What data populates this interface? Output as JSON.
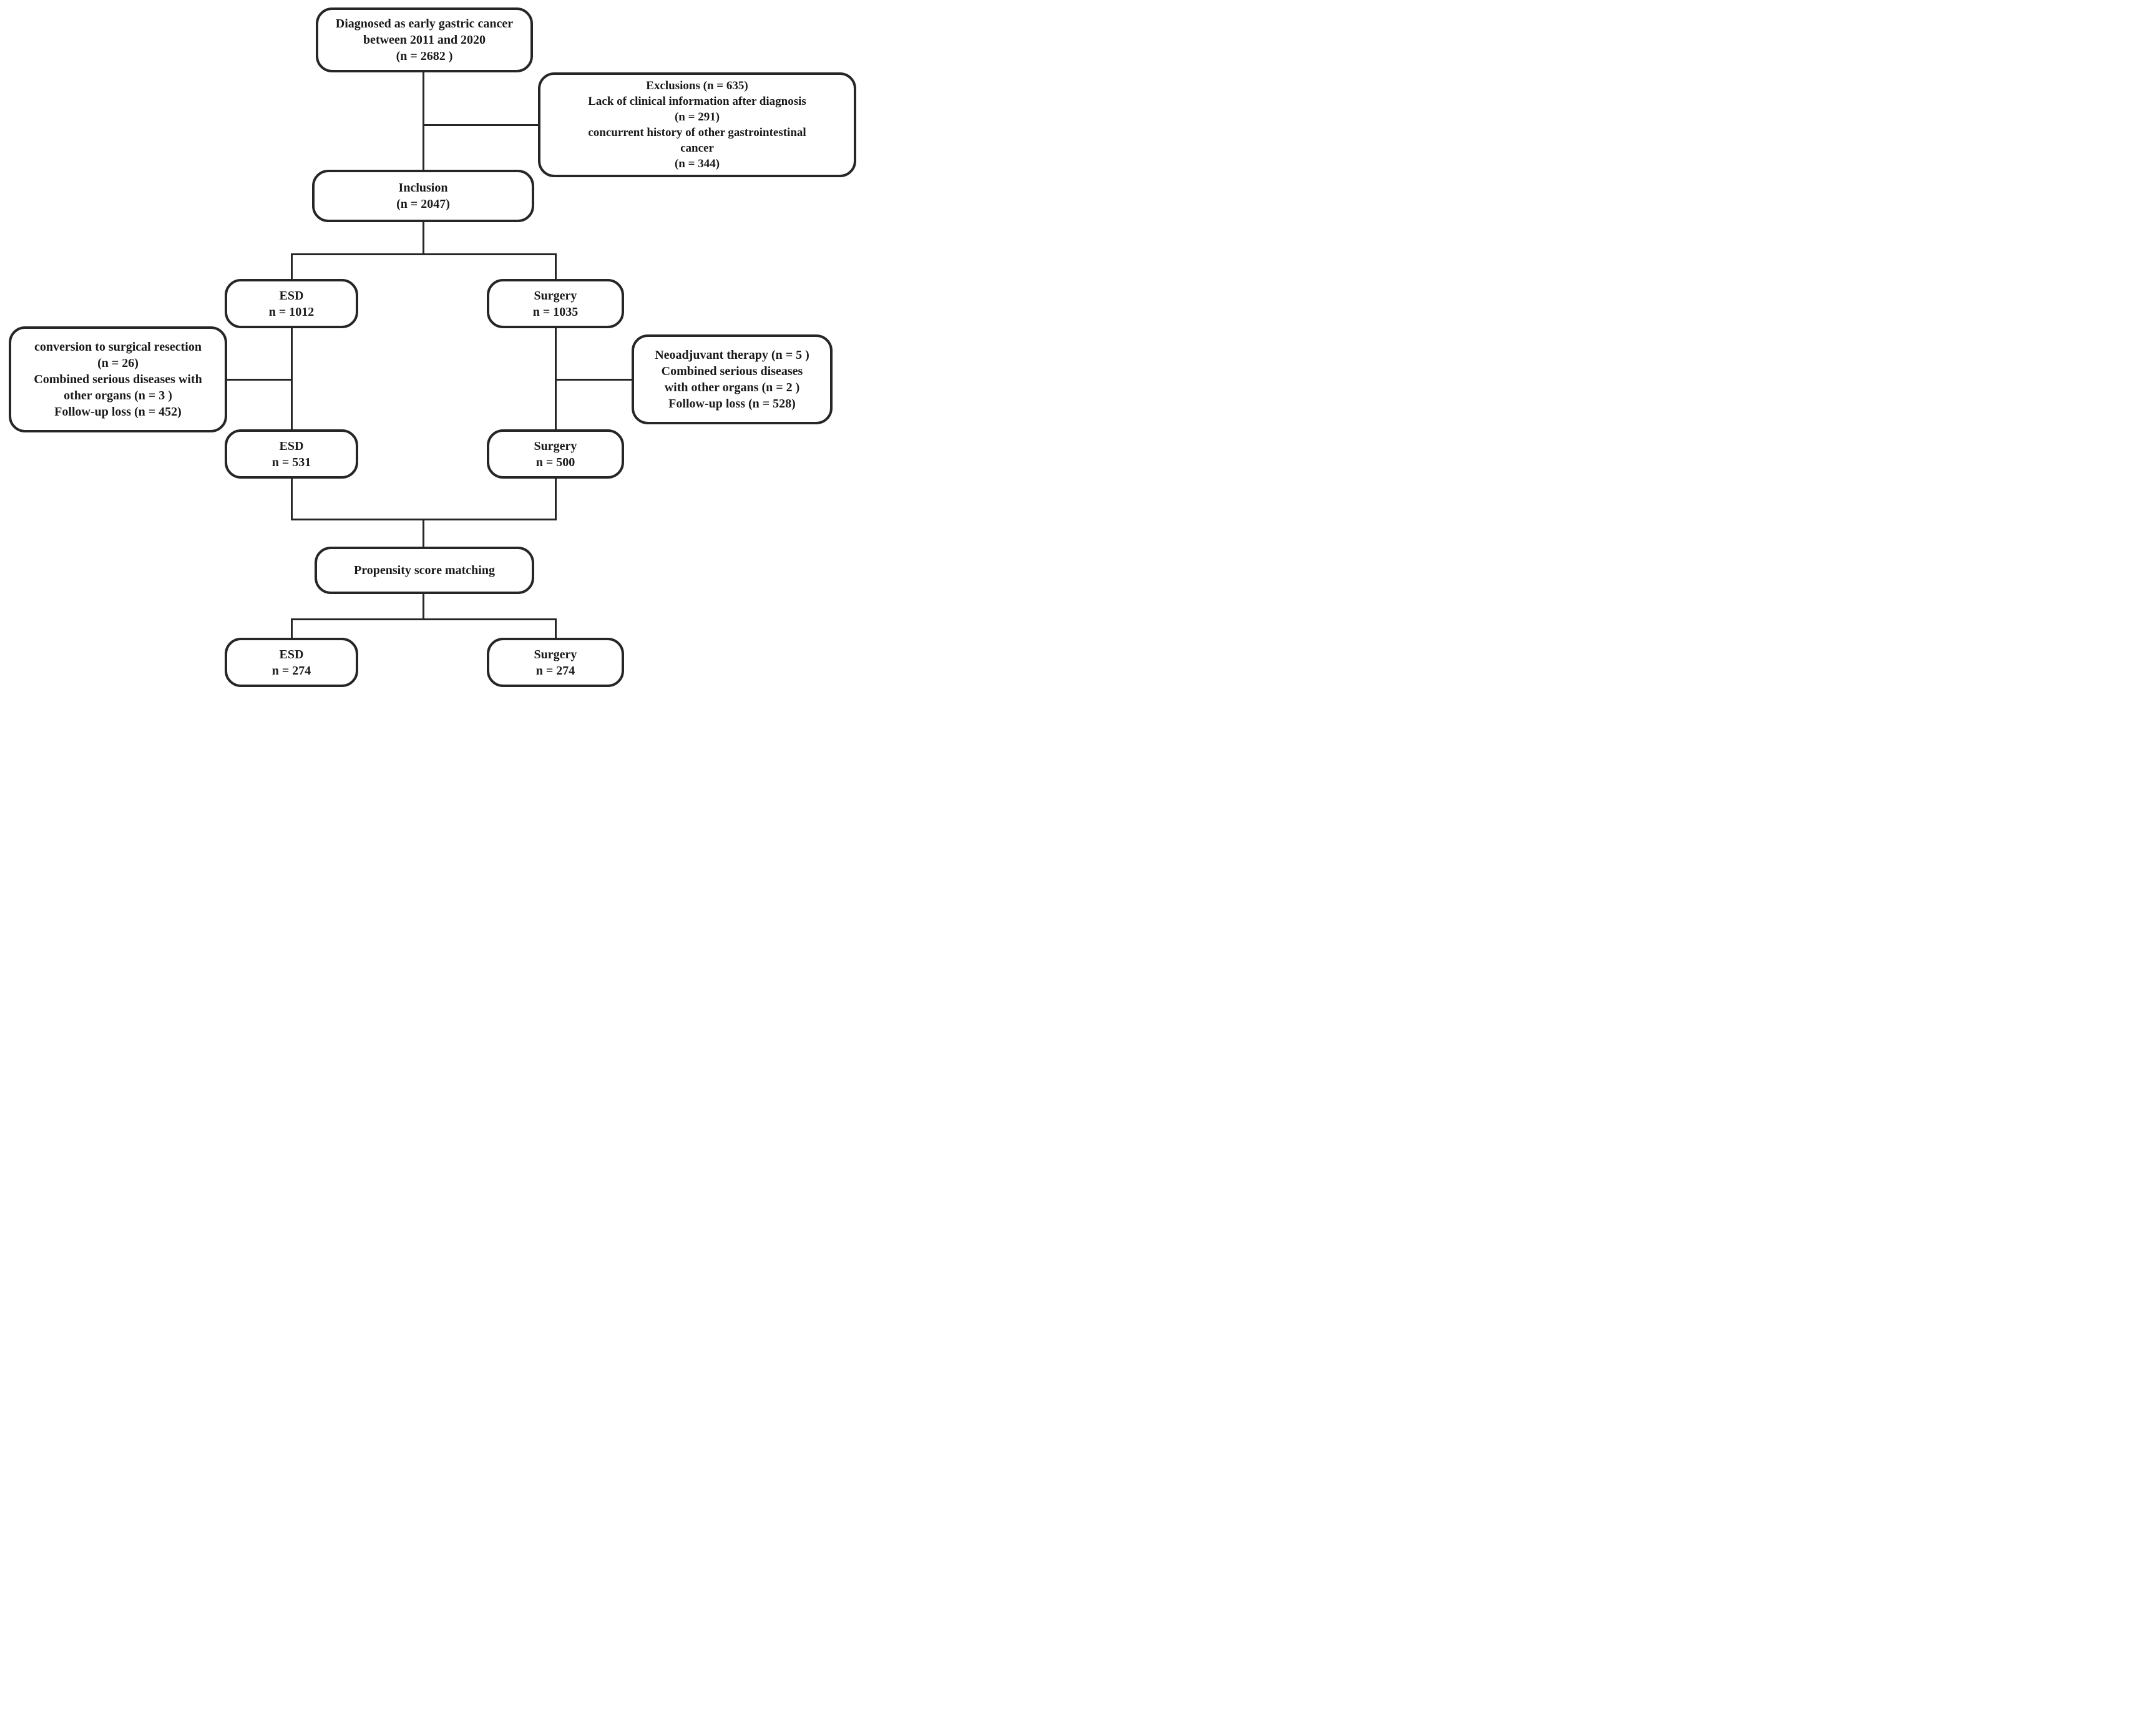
{
  "nodes": {
    "diagnosed": {
      "lines": [
        "Diagnosed as early gastric cancer",
        "between 2011 and 2020",
        "(n = 2682 )"
      ]
    },
    "exclusions": {
      "lines": [
        "Exclusions (n = 635)",
        "Lack of clinical information after diagnosis",
        "(n = 291)",
        "concurrent history of other gastrointestinal",
        "cancer",
        "(n = 344)"
      ]
    },
    "inclusion": {
      "lines": [
        "Inclusion",
        "(n = 2047)"
      ]
    },
    "esd_initial": {
      "lines": [
        "ESD",
        "n = 1012"
      ]
    },
    "surgery_initial": {
      "lines": [
        "Surgery",
        "n = 1035"
      ]
    },
    "esd_excluded": {
      "lines": [
        "conversion to surgical resection",
        "(n = 26)",
        "Combined serious diseases with",
        "other organs (n = 3 )",
        "Follow-up loss (n = 452)"
      ]
    },
    "surgery_excluded": {
      "lines": [
        "Neoadjuvant therapy (n = 5 )",
        "Combined serious diseases",
        "with other organs (n = 2 )",
        "Follow-up loss (n = 528)"
      ]
    },
    "esd_remaining": {
      "lines": [
        "ESD",
        "n = 531"
      ]
    },
    "surgery_remaining": {
      "lines": [
        "Surgery",
        "n = 500"
      ]
    },
    "propensity": {
      "lines": [
        "Propensity score matching"
      ]
    },
    "esd_matched": {
      "lines": [
        "ESD",
        "n = 274"
      ]
    },
    "surgery_matched": {
      "lines": [
        "Surgery",
        "n = 274"
      ]
    }
  }
}
